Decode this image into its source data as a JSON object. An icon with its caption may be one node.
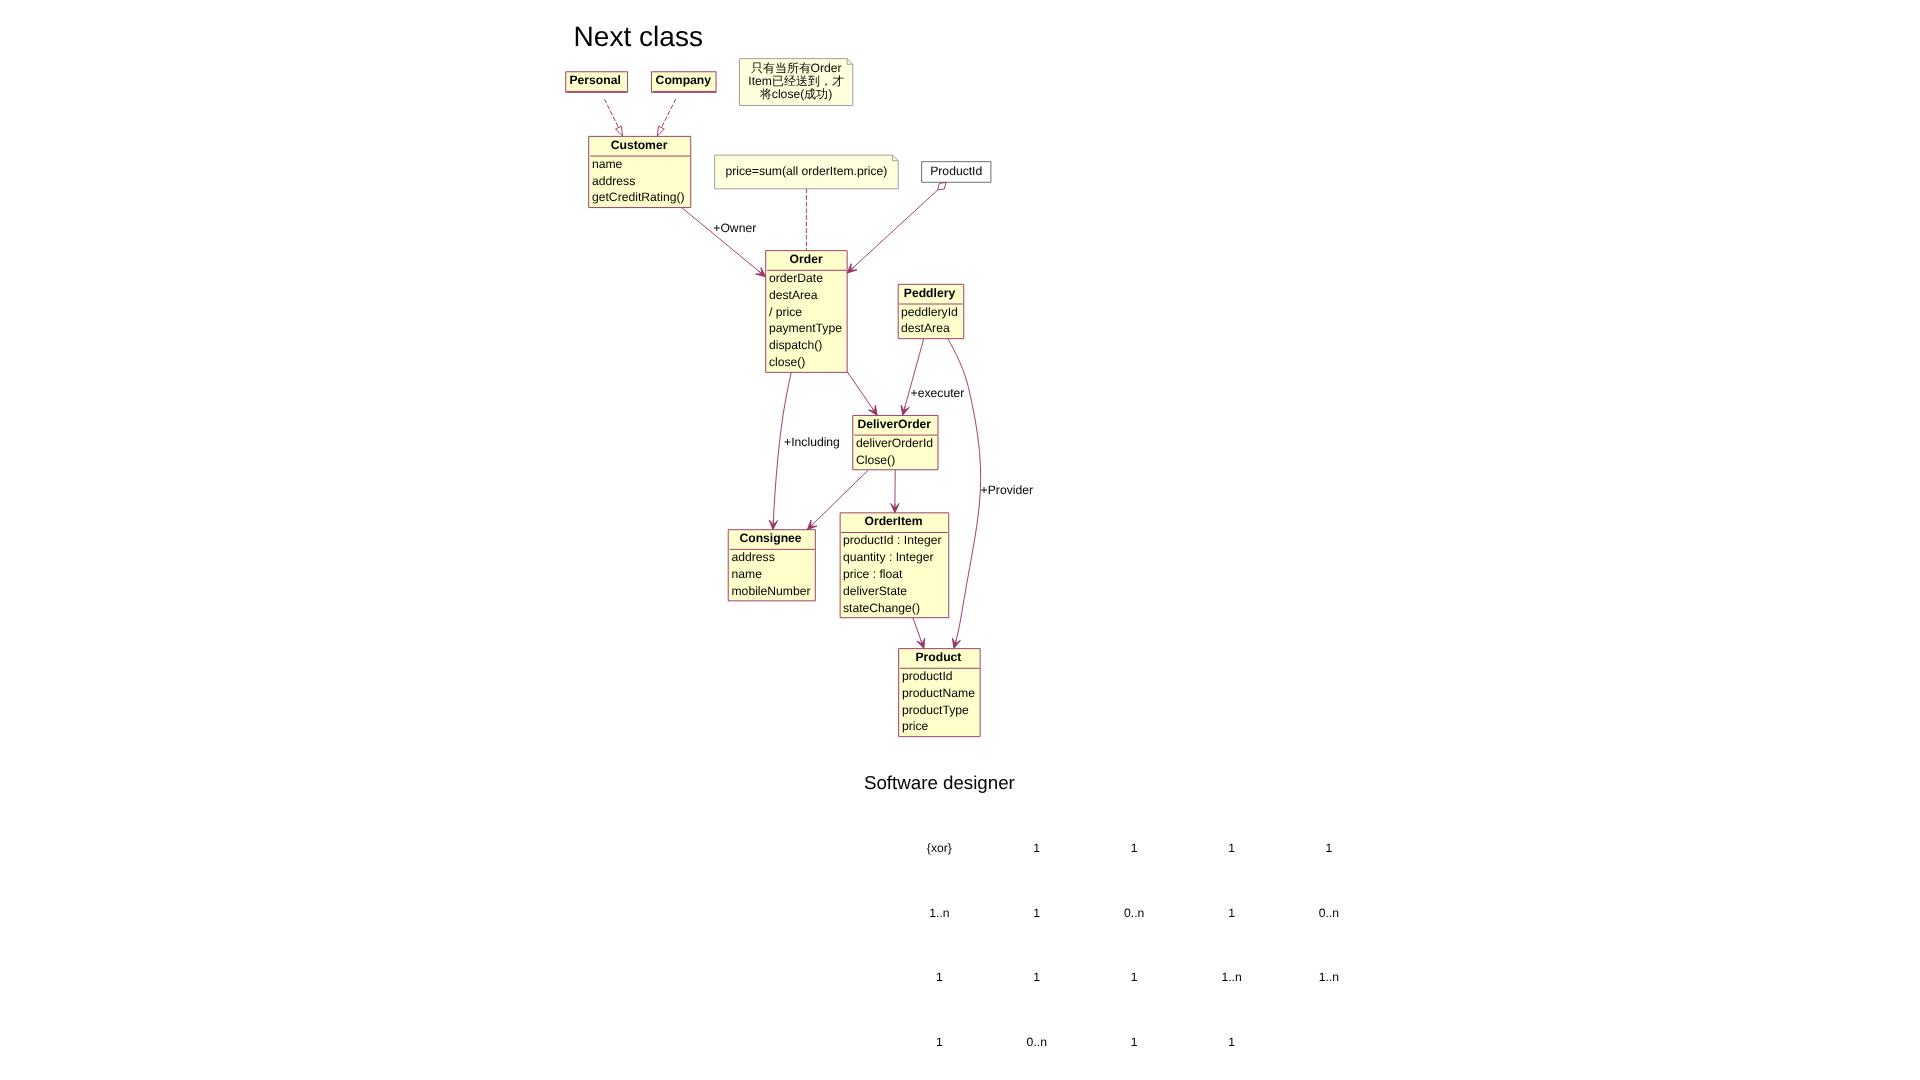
{
  "diagram": {
    "title": "Next class",
    "nodes": [
      {
        "text": [
          "Personal"
        ]
      },
      {
        "text": [
          "Company"
        ]
      },
      {
        "text": [
          "Consignee",
          "address",
          "name",
          "mobileNumber"
        ]
      },
      {
        "text": [
          "DeliverOrder",
          "deliverOrderId",
          "Close()"
        ]
      },
      {
        "text": [
          "Customer",
          "name",
          "address",
          "getCreditRating()"
        ]
      },
      {
        "text": [
          "Order",
          "orderDate",
          "destArea",
          "/ price",
          "paymentType",
          "dispatch()",
          "close()"
        ]
      },
      {
        "text": [
          "Peddlery",
          "peddleryId",
          "destArea"
        ]
      },
      {
        "text": [
          "price=sum(all orderItem.price)"
        ]
      },
      {
        "text": [
          "只有当所有OrderItem已经送到，才将close(成功)"
        ]
      },
      {
        "text": [
          "ProductId"
        ]
      },
      {
        "text": [
          "OrderItem",
          "productId : Integer",
          "quantity : Integer",
          "price : float",
          "deliverState",
          "stateChange()"
        ]
      },
      {
        "text": [
          "Product",
          "productId",
          "productName",
          "productType",
          "price"
        ]
      }
    ],
    "edges": [
      {
        "from": 0,
        "to": 4,
        "arrow": "to",
        "style": "dashed"
      },
      {
        "from": 1,
        "to": 4,
        "arrow": "to",
        "style": "dashed"
      },
      {
        "from": 3,
        "to": 2,
        "arrow": "to"
      },
      {
        "from": 5,
        "to": 2,
        "arrow": "to",
        "label": "+Including"
      },
      {
        "from": 4,
        "to": 5,
        "arrow": "to",
        "label": "+Owner"
      },
      {
        "from": 5,
        "to": 3,
        "arrow": "to"
      },
      {
        "from": 6,
        "to": 3,
        "arrow": "to",
        "label": "+executer"
      },
      {
        "from": 7,
        "to": 5,
        "arrow": "none",
        "style": "dashed"
      },
      {
        "from": 3,
        "to": 10,
        "arrow": "to"
      },
      {
        "from": 9,
        "to": 5,
        "arrow": "to"
      },
      {
        "from": 6,
        "to": 11,
        "arrow": "to",
        "label": "+Provider"
      },
      {
        "from": 10,
        "to": 11,
        "arrow": "to"
      }
    ],
    "labels": [
      "Software designer",
      "{xor}",
      "1",
      "1",
      "1",
      "1",
      "1..n",
      "1",
      "0..n",
      "1",
      "0..n",
      "1",
      "1",
      "1",
      "1..n",
      "1..n",
      "1",
      "0..n",
      "1",
      "1"
    ]
  }
}
